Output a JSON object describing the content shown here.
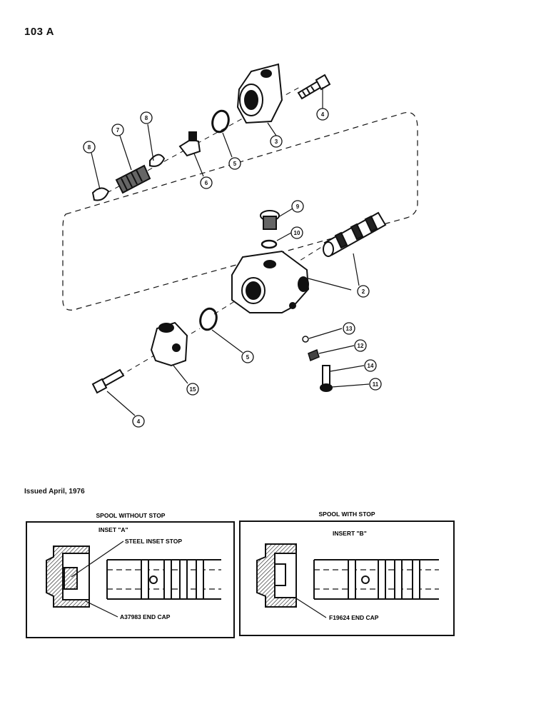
{
  "page": {
    "number": "103 A",
    "issued": "Issued April, 1976"
  },
  "callouts": {
    "c3": "3",
    "c4a": "4",
    "c5a": "5",
    "c6": "6",
    "c7": "7",
    "c8a": "8",
    "c8b": "8",
    "c9": "9",
    "c10": "10",
    "c2": "2",
    "c13": "13",
    "c12": "12",
    "c14": "14",
    "c11": "11",
    "c5b": "5",
    "c15": "15",
    "c4b": "4"
  },
  "inset_a": {
    "caption": "SPOOL WITHOUT STOP",
    "title": "INSET \"A\"",
    "stop_label": "STEEL INSET STOP",
    "cap_label": "A37983 END CAP"
  },
  "inset_b": {
    "caption": "SPOOL WITH STOP",
    "title": "INSERT \"B\"",
    "cap_label": "F19624 END CAP"
  }
}
